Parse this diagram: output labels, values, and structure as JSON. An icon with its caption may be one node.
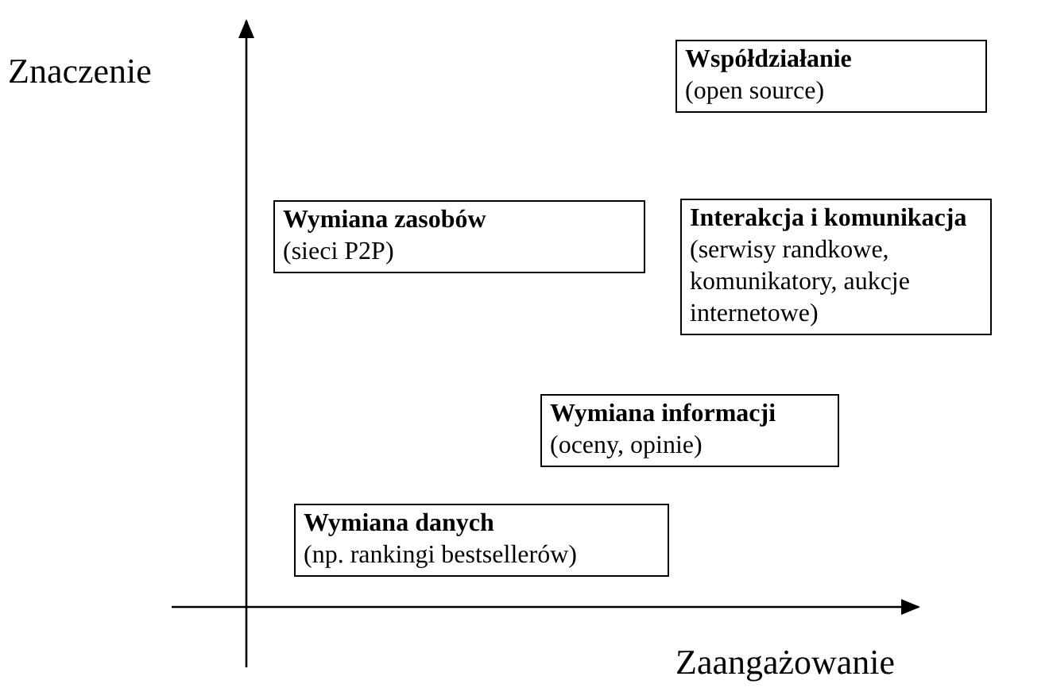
{
  "diagram": {
    "nodes": [
      {
        "text": [
          "Współdziałanie",
          "(open source)"
        ]
      },
      {
        "text": [
          "Wymiana zasobów",
          "(sieci P2P)"
        ]
      },
      {
        "text": [
          "Interakcja i komunikacja",
          "(serwisy randkowe, komunikatory, aukcje internetowe)"
        ]
      },
      {
        "text": [
          "Wymiana informacji",
          "(oceny, opinie)"
        ]
      },
      {
        "text": [
          "Wymiana danych",
          "(np. rankingi bestsellerów)"
        ]
      }
    ],
    "labels": [
      "Znaczenie",
      "Zaangażowanie"
    ]
  }
}
